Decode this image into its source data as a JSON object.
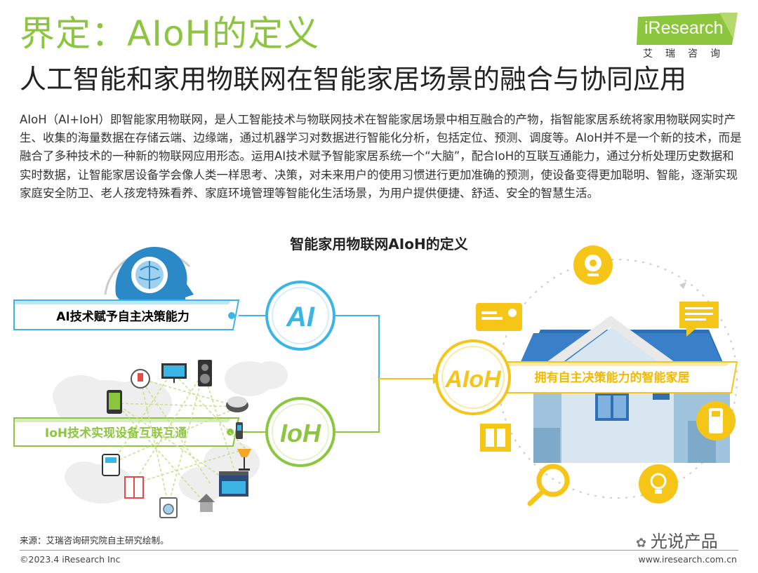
{
  "header": {
    "title": "界定：AIoH的定义",
    "subtitle": "人工智能和家用物联网在智能家居场景的融合与协同应用"
  },
  "logo": {
    "name": "iResearch",
    "cn": "艾瑞咨询"
  },
  "body": {
    "paragraph": "AIoH（AI+IoH）即智能家用物联网，是人工智能技术与物联网技术在智能家居场景中相互融合的产物，指智能家居系统将家用物联网实时产生、收集的海量数据在存储云端、边缘端，通过机器学习对数据进行智能化分析，包括定位、预测、调度等。AIoH并不是一个新的技术，而是融合了多种技术的一种新的物联网应用形态。运用AI技术赋予智能家居系统一个“大脑”，配合IoH的互联互通能力，通过分析处理历史数据和实时数据，让智能家居设备学会像人类一样思考、决策，对未来用户的使用习惯进行更加准确的预测，使设备变得更加聪明、智能，逐渐实现家庭安全防卫、老人孩宠特殊看养、家庭环境管理等智能化生活场景，为用户提供便捷、舒适、安全的智慧生活。"
  },
  "diagram": {
    "title": "智能家用物联网AIoH的定义",
    "ai_label": "AI技术赋予自主决策能力",
    "ai_node": "AI",
    "ioh_label": "IoH技术实现设备互联互通",
    "ioh_node": "IoH",
    "aioh_node": "AIoH",
    "aioh_label": "拥有自主决策能力的智能家居",
    "colors": {
      "green": "#8cc63f",
      "blue": "#3bb6e4",
      "yellow": "#f5c518",
      "house": "#2f6fb5"
    }
  },
  "footer": {
    "source": "来源：艾瑞咨询研究院自主研究绘制。",
    "copyright": "©2023.4 iResearch Inc",
    "url": "www.iresearch.com.cn",
    "watermark": "光说产品"
  }
}
